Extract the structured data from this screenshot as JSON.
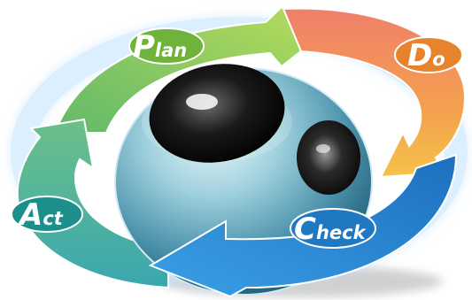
{
  "stages": [
    {
      "key": "plan",
      "initial": "P",
      "rest": "lan",
      "color": "#6fb33a"
    },
    {
      "key": "do",
      "initial": "D",
      "rest": "o",
      "color": "#e6832c"
    },
    {
      "key": "check",
      "initial": "C",
      "rest": "heck",
      "color": "#1f78c1"
    },
    {
      "key": "act",
      "initial": "A",
      "rest": "ct",
      "color": "#1c8f8a"
    }
  ],
  "colors": {
    "plan_arrow": "#9ccf5a",
    "do_arrow": "#f29a52",
    "check_arrow": "#2f8fd6",
    "act_arrow": "#4cb59a",
    "sphere": "#7fb8c9",
    "halo": "#a8d8ff"
  }
}
